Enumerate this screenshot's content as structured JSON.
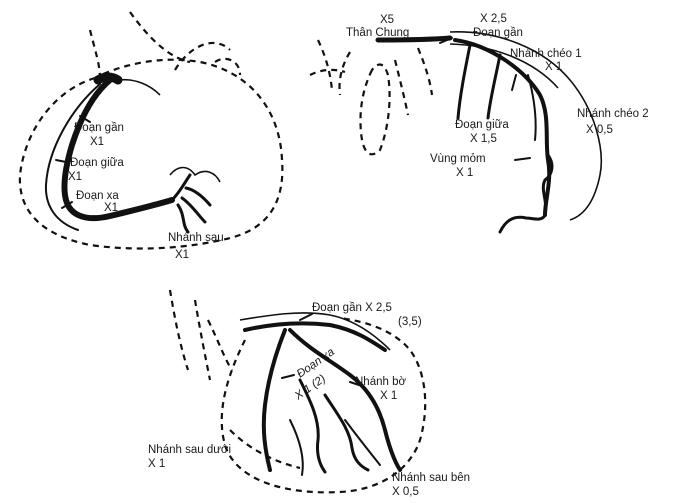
{
  "diagrams": {
    "right_coronary": {
      "labels": {
        "proximal": "Đoạn gần",
        "proximal_weight": "X1",
        "middle": "Đoạn giữa",
        "middle_weight": "X1",
        "distal": "Đoạn xa",
        "distal_weight": "X1",
        "posterior": "Nhánh sau",
        "posterior_weight": "X1"
      }
    },
    "left_anterior": {
      "labels": {
        "main_weight": "X5",
        "main": "Thân Chung",
        "proximal_weight": "X 2,5",
        "proximal": "Đoạn gần",
        "diag1": "Nhánh chéo 1",
        "diag1_weight": "X 1",
        "diag2": "Nhánh chéo 2",
        "diag2_weight": "X 0,5",
        "middle": "Đoạn giữa",
        "middle_weight": "X 1,5",
        "apex": "Vùng mỏm",
        "apex_weight": "X 1"
      }
    },
    "circumflex": {
      "labels": {
        "proximal": "Đoạn gần X 2,5",
        "proximal_alt": "(3,5)",
        "marginal": "Nhánh bờ",
        "marginal_weight": "X 1",
        "distal": "Đoạn xa",
        "distal_weight": "X 1 (2)",
        "posterolateral": "Nhánh sau bên",
        "posterolateral_weight": "X 0,5",
        "posterior_inferior": "Nhánh sau dưới",
        "posterior_inferior_weight": "X 1"
      }
    }
  }
}
